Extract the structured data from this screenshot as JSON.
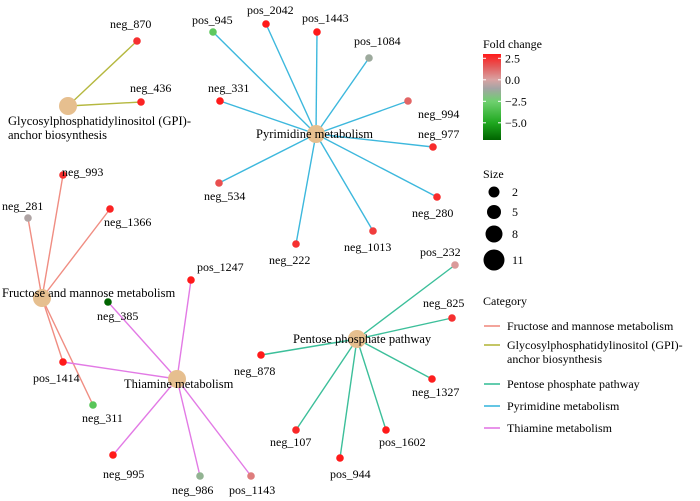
{
  "category_colors": {
    "Fructose and mannose metabolism": "#f08d82",
    "Glycosylphosphatidylinositol (GPI)-anchor biosynthesis": "#b5b83f",
    "Pentose phosphate pathway": "#3cbf9a",
    "Pyrimidine metabolism": "#3db8dd",
    "Thiamine metabolism": "#e27ae5"
  },
  "fold_color_stops": [
    {
      "value": -7.0,
      "color": "#006400"
    },
    {
      "value": -5.0,
      "color": "#1fa81f"
    },
    {
      "value": -2.5,
      "color": "#6fd06f"
    },
    {
      "value": -1.0,
      "color": "#a4a4a4"
    },
    {
      "value": 0.0,
      "color": "#d9a3a3"
    },
    {
      "value": 1.5,
      "color": "#e35c5c"
    },
    {
      "value": 3.0,
      "color": "#ff1a1a"
    }
  ],
  "hubs": [
    {
      "id": "gpi",
      "label_lines": [
        "Glycosylphosphatidylinositol (GPI)-",
        "anchor biosynthesis"
      ],
      "category": "Glycosylphosphatidylinositol (GPI)-anchor biosynthesis"
    },
    {
      "id": "pyr",
      "label_lines": [
        "Pyrimidine metabolism"
      ],
      "category": "Pyrimidine metabolism"
    },
    {
      "id": "fru",
      "label_lines": [
        "Fructose and mannose metabolism"
      ],
      "category": "Fructose and mannose metabolism"
    },
    {
      "id": "thi",
      "label_lines": [
        "Thiamine metabolism"
      ],
      "category": "Thiamine metabolism"
    },
    {
      "id": "pen",
      "label_lines": [
        "Pentose phosphate pathway"
      ],
      "category": "Pentose phosphate pathway"
    }
  ],
  "nodes": [
    {
      "id": "neg_870",
      "fold": 2.5
    },
    {
      "id": "neg_436",
      "fold": 2.8
    },
    {
      "id": "pos_945",
      "fold": -3.0
    },
    {
      "id": "pos_2042",
      "fold": 3.0
    },
    {
      "id": "pos_1443",
      "fold": 3.0
    },
    {
      "id": "pos_1084",
      "fold": -1.2
    },
    {
      "id": "neg_331",
      "fold": 3.0
    },
    {
      "id": "neg_994",
      "fold": 1.3
    },
    {
      "id": "neg_977",
      "fold": 2.6
    },
    {
      "id": "neg_534",
      "fold": 1.8
    },
    {
      "id": "neg_280",
      "fold": 2.6
    },
    {
      "id": "neg_1013",
      "fold": 2.2
    },
    {
      "id": "neg_222",
      "fold": 2.5
    },
    {
      "id": "neg_993",
      "fold": 2.5
    },
    {
      "id": "neg_281",
      "fold": -0.8
    },
    {
      "id": "neg_1366",
      "fold": 2.8
    },
    {
      "id": "pos_1247",
      "fold": 3.0
    },
    {
      "id": "neg_385",
      "fold": -7.0
    },
    {
      "id": "pos_1414",
      "fold": 3.0
    },
    {
      "id": "neg_311",
      "fold": -3.2
    },
    {
      "id": "neg_995",
      "fold": 3.0
    },
    {
      "id": "neg_986",
      "fold": -1.5
    },
    {
      "id": "pos_1143",
      "fold": 0.8
    },
    {
      "id": "pos_232",
      "fold": 0.2
    },
    {
      "id": "neg_825",
      "fold": 2.5
    },
    {
      "id": "neg_878",
      "fold": 3.0
    },
    {
      "id": "neg_1327",
      "fold": 2.9
    },
    {
      "id": "neg_107",
      "fold": 2.7
    },
    {
      "id": "pos_1602",
      "fold": 3.0
    },
    {
      "id": "pos_944",
      "fold": 3.0
    }
  ],
  "edges": [
    [
      "gpi",
      "neg_870"
    ],
    [
      "gpi",
      "neg_436"
    ],
    [
      "pyr",
      "pos_945"
    ],
    [
      "pyr",
      "pos_2042"
    ],
    [
      "pyr",
      "pos_1443"
    ],
    [
      "pyr",
      "pos_1084"
    ],
    [
      "pyr",
      "neg_331"
    ],
    [
      "pyr",
      "neg_994"
    ],
    [
      "pyr",
      "neg_977"
    ],
    [
      "pyr",
      "neg_534"
    ],
    [
      "pyr",
      "neg_280"
    ],
    [
      "pyr",
      "neg_1013"
    ],
    [
      "pyr",
      "neg_222"
    ],
    [
      "fru",
      "neg_993"
    ],
    [
      "fru",
      "neg_281"
    ],
    [
      "fru",
      "neg_1366"
    ],
    [
      "fru",
      "neg_311"
    ],
    [
      "fru",
      "pos_1414"
    ],
    [
      "thi",
      "pos_1247"
    ],
    [
      "thi",
      "neg_385"
    ],
    [
      "thi",
      "pos_1414"
    ],
    [
      "thi",
      "neg_995"
    ],
    [
      "thi",
      "neg_986"
    ],
    [
      "thi",
      "pos_1143"
    ],
    [
      "pen",
      "pos_232"
    ],
    [
      "pen",
      "neg_825"
    ],
    [
      "pen",
      "neg_878"
    ],
    [
      "pen",
      "neg_1327"
    ],
    [
      "pen",
      "neg_107"
    ],
    [
      "pen",
      "pos_1602"
    ],
    [
      "pen",
      "pos_944"
    ]
  ],
  "legend": {
    "fold_change": {
      "title": "Fold change",
      "ticks": [
        {
          "value": 2.5,
          "label": "2.5"
        },
        {
          "value": 0.0,
          "label": "0.0"
        },
        {
          "value": -2.5,
          "label": "−2.5"
        },
        {
          "value": -5.0,
          "label": "−5.0"
        }
      ]
    },
    "size": {
      "title": "Size",
      "items": [
        {
          "value": 2,
          "label": "2"
        },
        {
          "value": 5,
          "label": "5"
        },
        {
          "value": 8,
          "label": "8"
        },
        {
          "value": 11,
          "label": "11"
        }
      ]
    },
    "category": {
      "title": "Category",
      "items": [
        {
          "category": "Fructose and mannose metabolism",
          "label_lines": [
            "Fructose and mannose metabolism"
          ]
        },
        {
          "category": "Glycosylphosphatidylinositol (GPI)-anchor biosynthesis",
          "label_lines": [
            "Glycosylphosphatidylinositol (GPI)-",
            "anchor biosynthesis"
          ]
        },
        {
          "category": "Pentose phosphate pathway",
          "label_lines": [
            "Pentose phosphate pathway"
          ]
        },
        {
          "category": "Pyrimidine metabolism",
          "label_lines": [
            "Pyrimidine metabolism"
          ]
        },
        {
          "category": "Thiamine metabolism",
          "label_lines": [
            "Thiamine metabolism"
          ]
        }
      ]
    }
  }
}
